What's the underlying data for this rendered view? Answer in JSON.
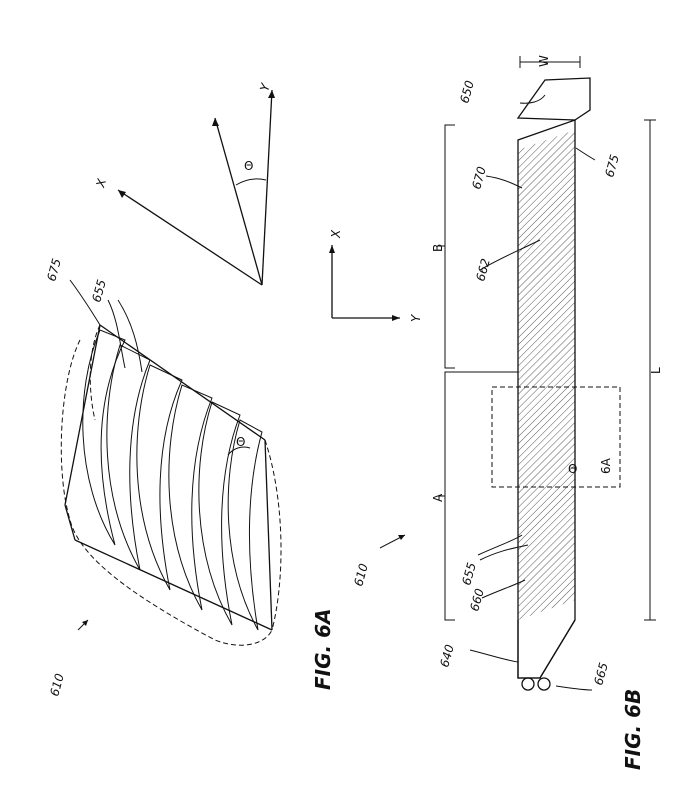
{
  "labels": {
    "ref_610_top": "610",
    "ref_675_top": "675",
    "ref_655_top": "655",
    "theta_top": "Θ",
    "fig_6a": "FIG. 6A",
    "axis_x_top": "X",
    "axis_y_top": "Y",
    "theta_axes": "Θ",
    "axis_x_mid": "X",
    "axis_y_mid": "Y",
    "ref_650": "650",
    "dim_w": "W",
    "ref_670": "670",
    "ref_675_right": "675",
    "dim_b": "B",
    "ref_662": "662",
    "dim_l": "L",
    "dim_a": "A",
    "detail_6a": "6A",
    "theta_strip": "Θ",
    "ref_610_bottom": "610",
    "ref_655_bottom": "655",
    "ref_660": "660",
    "ref_640": "640",
    "ref_665": "665",
    "fig_6b": "FIG. 6B"
  },
  "colors": {
    "line": "#111111",
    "background": "#ffffff"
  }
}
